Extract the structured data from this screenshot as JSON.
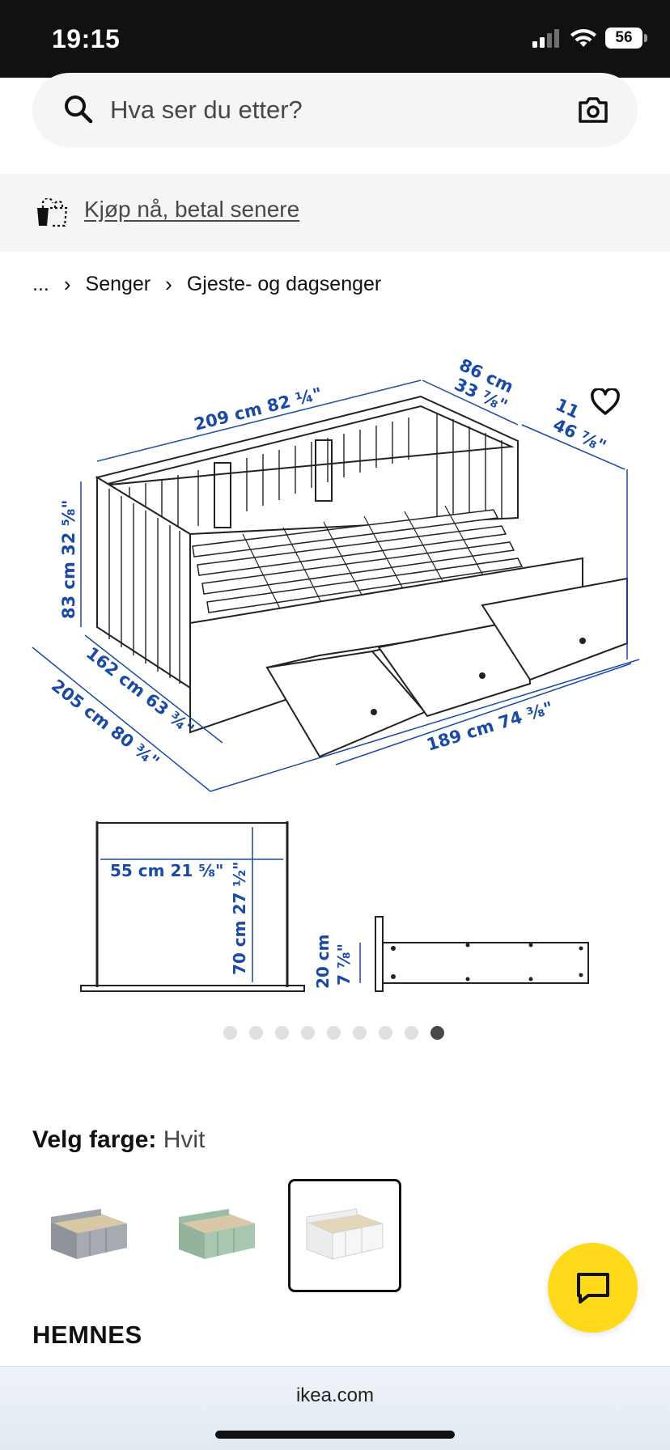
{
  "status_bar": {
    "time": "19:15",
    "battery": "56"
  },
  "search": {
    "placeholder": "Hva ser du etter?"
  },
  "banner": {
    "link_text": "Kjøp nå, betal senere"
  },
  "breadcrumb": {
    "ellipsis": "...",
    "items": [
      "Senger",
      "Gjeste- og dagsenger"
    ]
  },
  "product_image": {
    "dimensions": {
      "length_top": "209 cm 82 ¼\"",
      "depth_top": [
        "86 cm",
        "33 ⅞\""
      ],
      "depth_right": [
        "11",
        "46 ⅞\""
      ],
      "height": "83 cm 32 ⅝\"",
      "depth_left": "162 cm 63 ¾\"",
      "depth_extended": "205 cm 80 ¾\"",
      "length_bottom": "189 cm 74 ⅜\"",
      "headboard_width": "55 cm 21 ⅝\"",
      "headboard_height": "70 cm 27 ½\"",
      "drawer_height": [
        "20 cm",
        "7 ⅞\""
      ]
    },
    "carousel": {
      "total": 9,
      "active": 9
    }
  },
  "color": {
    "label": "Velg farge:",
    "value": "Hvit",
    "options": [
      "Grå",
      "Grønn",
      "Hvit"
    ],
    "selected": 2
  },
  "product": {
    "name": "HEMNES"
  },
  "browser": {
    "url": "ikea.com"
  }
}
